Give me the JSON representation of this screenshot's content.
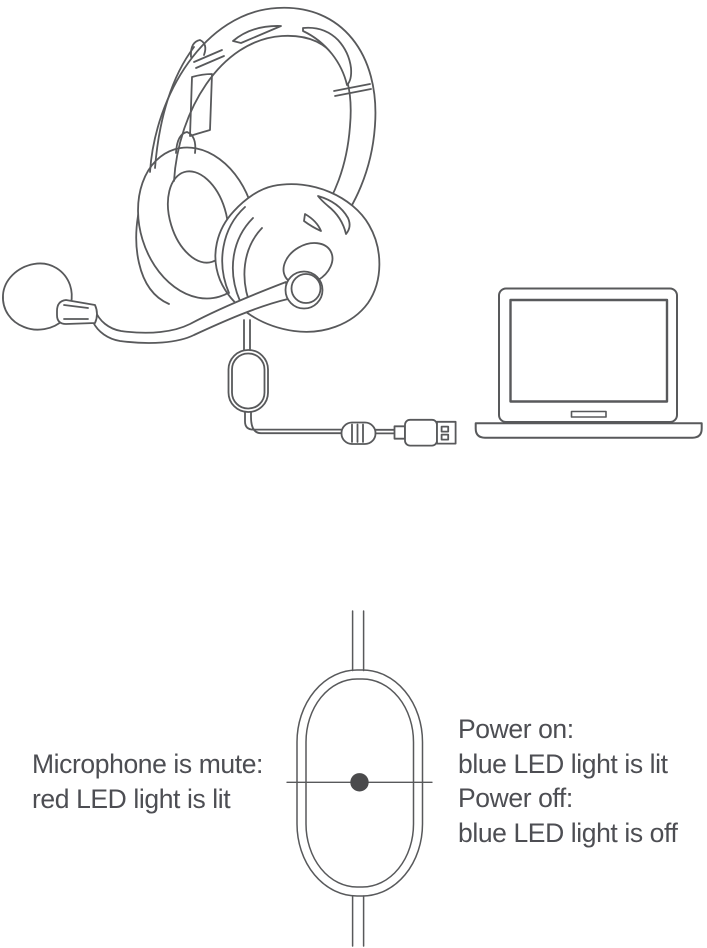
{
  "colors": {
    "background": "#ffffff",
    "line": "#58595b",
    "text": "#4d4e53",
    "led_dot": "#4a4a4c"
  },
  "icons": {
    "headset": "line-drawing of headset with boom microphone",
    "laptop": "line-drawing of laptop computer",
    "usb_plug": "line-drawing of USB-A plug",
    "inline_remote": "line-drawing of in-line remote capsule on cable",
    "led_indicator": "filled-dot"
  },
  "labels": {
    "mute": {
      "line1": "Microphone is mute:",
      "line2": "red LED light is lit"
    },
    "power": {
      "line1": "Power on:",
      "line2": "blue LED light is lit",
      "line3": "Power off:",
      "line4": "blue LED light is off"
    }
  }
}
